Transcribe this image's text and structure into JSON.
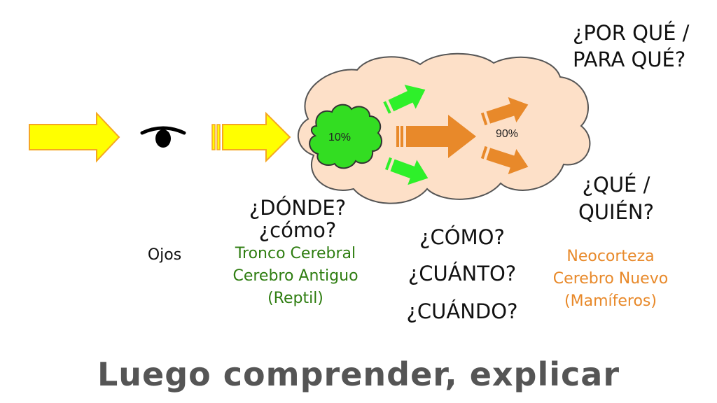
{
  "colors": {
    "yellow_arrow": "#ffff00",
    "yellow_arrow_stroke": "#f5a623",
    "cloud_fill": "#fde0c8",
    "cloud_stroke": "#555555",
    "green_blob": "#33dd22",
    "green_arrow": "#2ef02a",
    "orange_arrow": "#e8892a",
    "green_text": "#2e7d10",
    "orange_text": "#e8892a",
    "footer_text": "#555555"
  },
  "icons": {
    "eye": "eye-icon"
  },
  "percent_small": "10%",
  "percent_large": "90%",
  "question_where": "¿DÓNDE?",
  "question_how_lower": "¿cómo?",
  "question_how": "¿CÓMO?",
  "question_how_much": "¿CUÁNTO?",
  "question_when": "¿CUÁNDO?",
  "question_why_line1": "¿POR QUÉ /",
  "question_why_line2": "PARA QUÉ?",
  "question_what_line1": "¿QUÉ /",
  "question_what_line2": "QUIÉN?",
  "label_eyes": "Ojos",
  "brainstem": {
    "line1": "Tronco Cerebral",
    "line2": "Cerebro Antiguo",
    "line3": "(Reptil)"
  },
  "neocortex": {
    "line1": "Neocorteza",
    "line2": "Cerebro Nuevo",
    "line3": "(Mamíferos)"
  },
  "footer": "Luego comprender, explicar"
}
